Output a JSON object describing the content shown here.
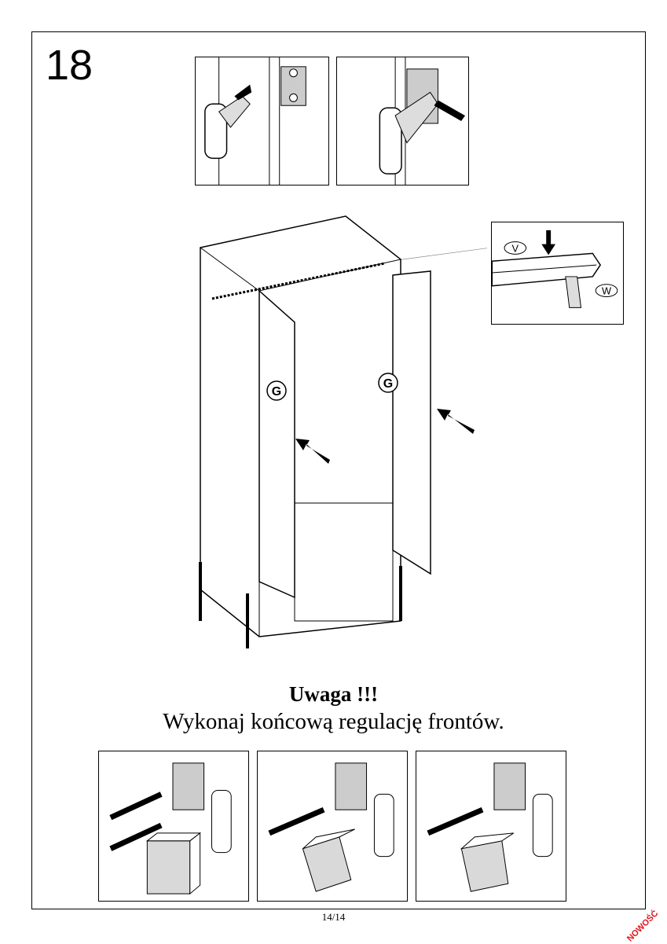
{
  "step_number": "18",
  "labels": {
    "door_part": "G",
    "rail_part": "V",
    "bracket_part": "W"
  },
  "notice": {
    "title": "Uwaga !!!",
    "text": "Wykonaj końcową regulację frontów."
  },
  "page_number": "14/14",
  "badge": "NOWOŚĆ",
  "colors": {
    "badge": "#e0141e",
    "panel_fill": "#d9d9d9"
  }
}
